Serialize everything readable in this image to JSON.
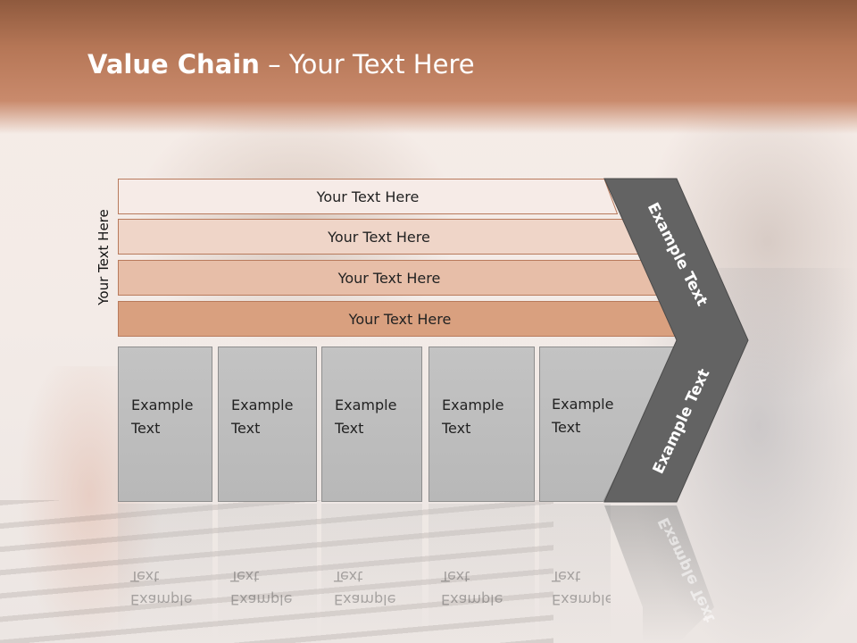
{
  "slide": {
    "title_bold": "Value Chain",
    "title_rest": " – Your Text Here",
    "side_label": "Your Text Here"
  },
  "rows": [
    {
      "label": "Your Text Here",
      "color": "#f6ebe7"
    },
    {
      "label": "Your Text Here",
      "color": "#efd5c8"
    },
    {
      "label": "Your Text Here",
      "color": "#e7bea8"
    },
    {
      "label": "Your Text Here",
      "color": "#d9a07f"
    }
  ],
  "columns": [
    {
      "label": "Example\nText"
    },
    {
      "label": "Example\nText"
    },
    {
      "label": "Example\nText"
    },
    {
      "label": "Example\nText"
    },
    {
      "label": "Example\nText"
    }
  ],
  "chevron": {
    "upper_label": "Example Text",
    "lower_label": "Example Text",
    "color": "#636363"
  },
  "colors": {
    "header": "#b57656",
    "row_border": "#b87a5c",
    "column_fill": "#bdbdbd"
  }
}
